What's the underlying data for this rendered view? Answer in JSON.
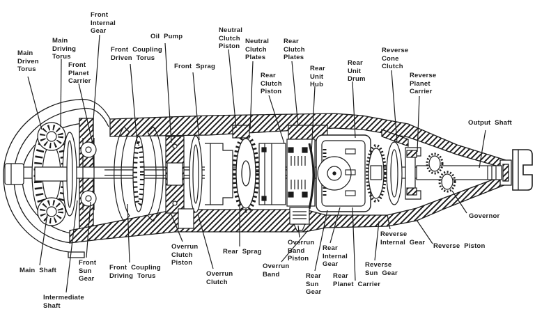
{
  "colors": {
    "ink": "#1c1c1c",
    "background": "#ffffff"
  },
  "labels": {
    "main_driven_torus": "Main\nDriven\nTorus",
    "main_driving_torus": "Main\nDriving\nTorus",
    "front_internal_gear": "Front\nInternal\nGear",
    "front_planet_carrier": "Front\nPlanet\nCarrier",
    "front_coupling_driven_torus": "Front Coupling\nDriven Torus",
    "oil_pump": "Oil Pump",
    "front_sprag": "Front Sprag",
    "neutral_clutch_piston": "Neutral\nClutch\nPiston",
    "neutral_clutch_plates": "Neutral\nClutch\nPlates",
    "rear_clutch_piston": "Rear\nClutch\nPiston",
    "rear_clutch_plates": "Rear\nClutch\nPlates",
    "rear_unit_hub": "Rear\nUnit\nHub",
    "rear_unit_drum": "Rear\nUnit\nDrum",
    "reverse_cone_clutch": "Reverse\nCone\nClutch",
    "reverse_planet_carrier": "Reverse\nPlanet\nCarrier",
    "output_shaft": "Output Shaft",
    "governor": "Governor",
    "reverse_piston": "Reverse Piston",
    "reverse_internal_gear": "Reverse\nInternal Gear",
    "reverse_sun_gear": "Reverse\nSun Gear",
    "rear_planet_carrier": "Rear\nPlanet Carrier",
    "rear_sun_gear": "Rear\nSun\nGear",
    "rear_internal_gear": "Rear\nInternal\nGear",
    "overrun_band_piston": "Overrun\nBand\nPiston",
    "overrun_band": "Overrun\nBand",
    "rear_sprag": "Rear Sprag",
    "overrun_clutch": "Overrun\nClutch",
    "overrun_clutch_piston": "Overrun\nClutch\nPiston",
    "front_coupling_driving_torus": "Front Coupling\nDriving Torus",
    "front_sun_gear": "Front\nSun\nGear",
    "main_shaft": "Main Shaft",
    "intermediate_shaft": "Intermediate\nShaft"
  }
}
